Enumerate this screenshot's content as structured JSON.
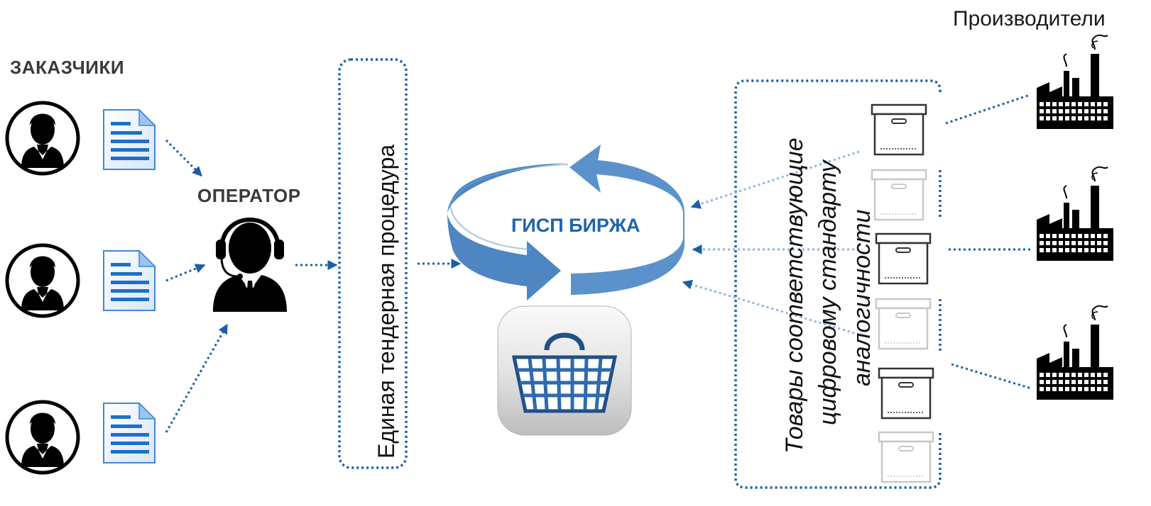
{
  "labels": {
    "customers": "ЗАКАЗЧИКИ",
    "operator": "ОПЕРАТОР",
    "tender": "Единая тендерная процедура",
    "exchange": "ГИСП БИРЖА",
    "goods": [
      "Товары соответствующие",
      "цифровому стандарту",
      "аналогичности"
    ],
    "producers": "Производители"
  },
  "icons": {
    "customer": "person-icon",
    "document": "document-icon",
    "operator": "headset-operator-icon",
    "cycle": "circular-arrows-icon",
    "basket": "shopping-basket-icon",
    "box": "box-icon",
    "factory": "factory-icon"
  },
  "colors": {
    "arrow_blue": "#1a5fa8",
    "cycle_blue": "#4f86c0",
    "label_dark": "#3a3a3a",
    "exchange_blue": "#1f63ad"
  }
}
